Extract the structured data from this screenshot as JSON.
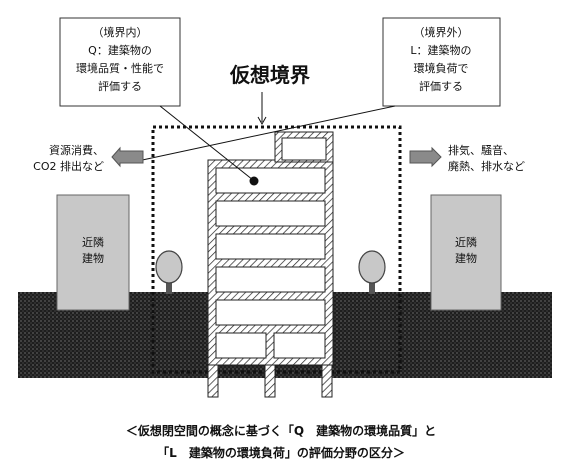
{
  "inner_box": {
    "lines": [
      "（境界内）",
      "Q：建築物の",
      "環境品質・性能で",
      "評価する"
    ]
  },
  "outer_box": {
    "lines": [
      "（境界外）",
      "L：建築物の",
      "環境負荷で",
      "評価する"
    ]
  },
  "title": "仮想境界",
  "left_arrow": {
    "lines": [
      "資源消費、",
      "CO2 排出など"
    ]
  },
  "right_arrow": {
    "lines": [
      "排気、騒音、",
      "廃熱、排水など"
    ]
  },
  "left_building": {
    "lines": [
      "近隣",
      "建物"
    ]
  },
  "right_building": {
    "lines": [
      "近隣",
      "建物"
    ]
  },
  "caption": {
    "line1": "＜仮想閉空間の概念に基づく「Q　建築物の環境品質」と",
    "line2": "「L　建築物の環境負荷」の評価分野の区分＞"
  },
  "colors": {
    "neighbor_fill": "#c8c8c8",
    "arrow_fill": "#8a8a8a",
    "tree_fill": "#c8c8c8",
    "ground_fill": "#2a2a2a"
  }
}
